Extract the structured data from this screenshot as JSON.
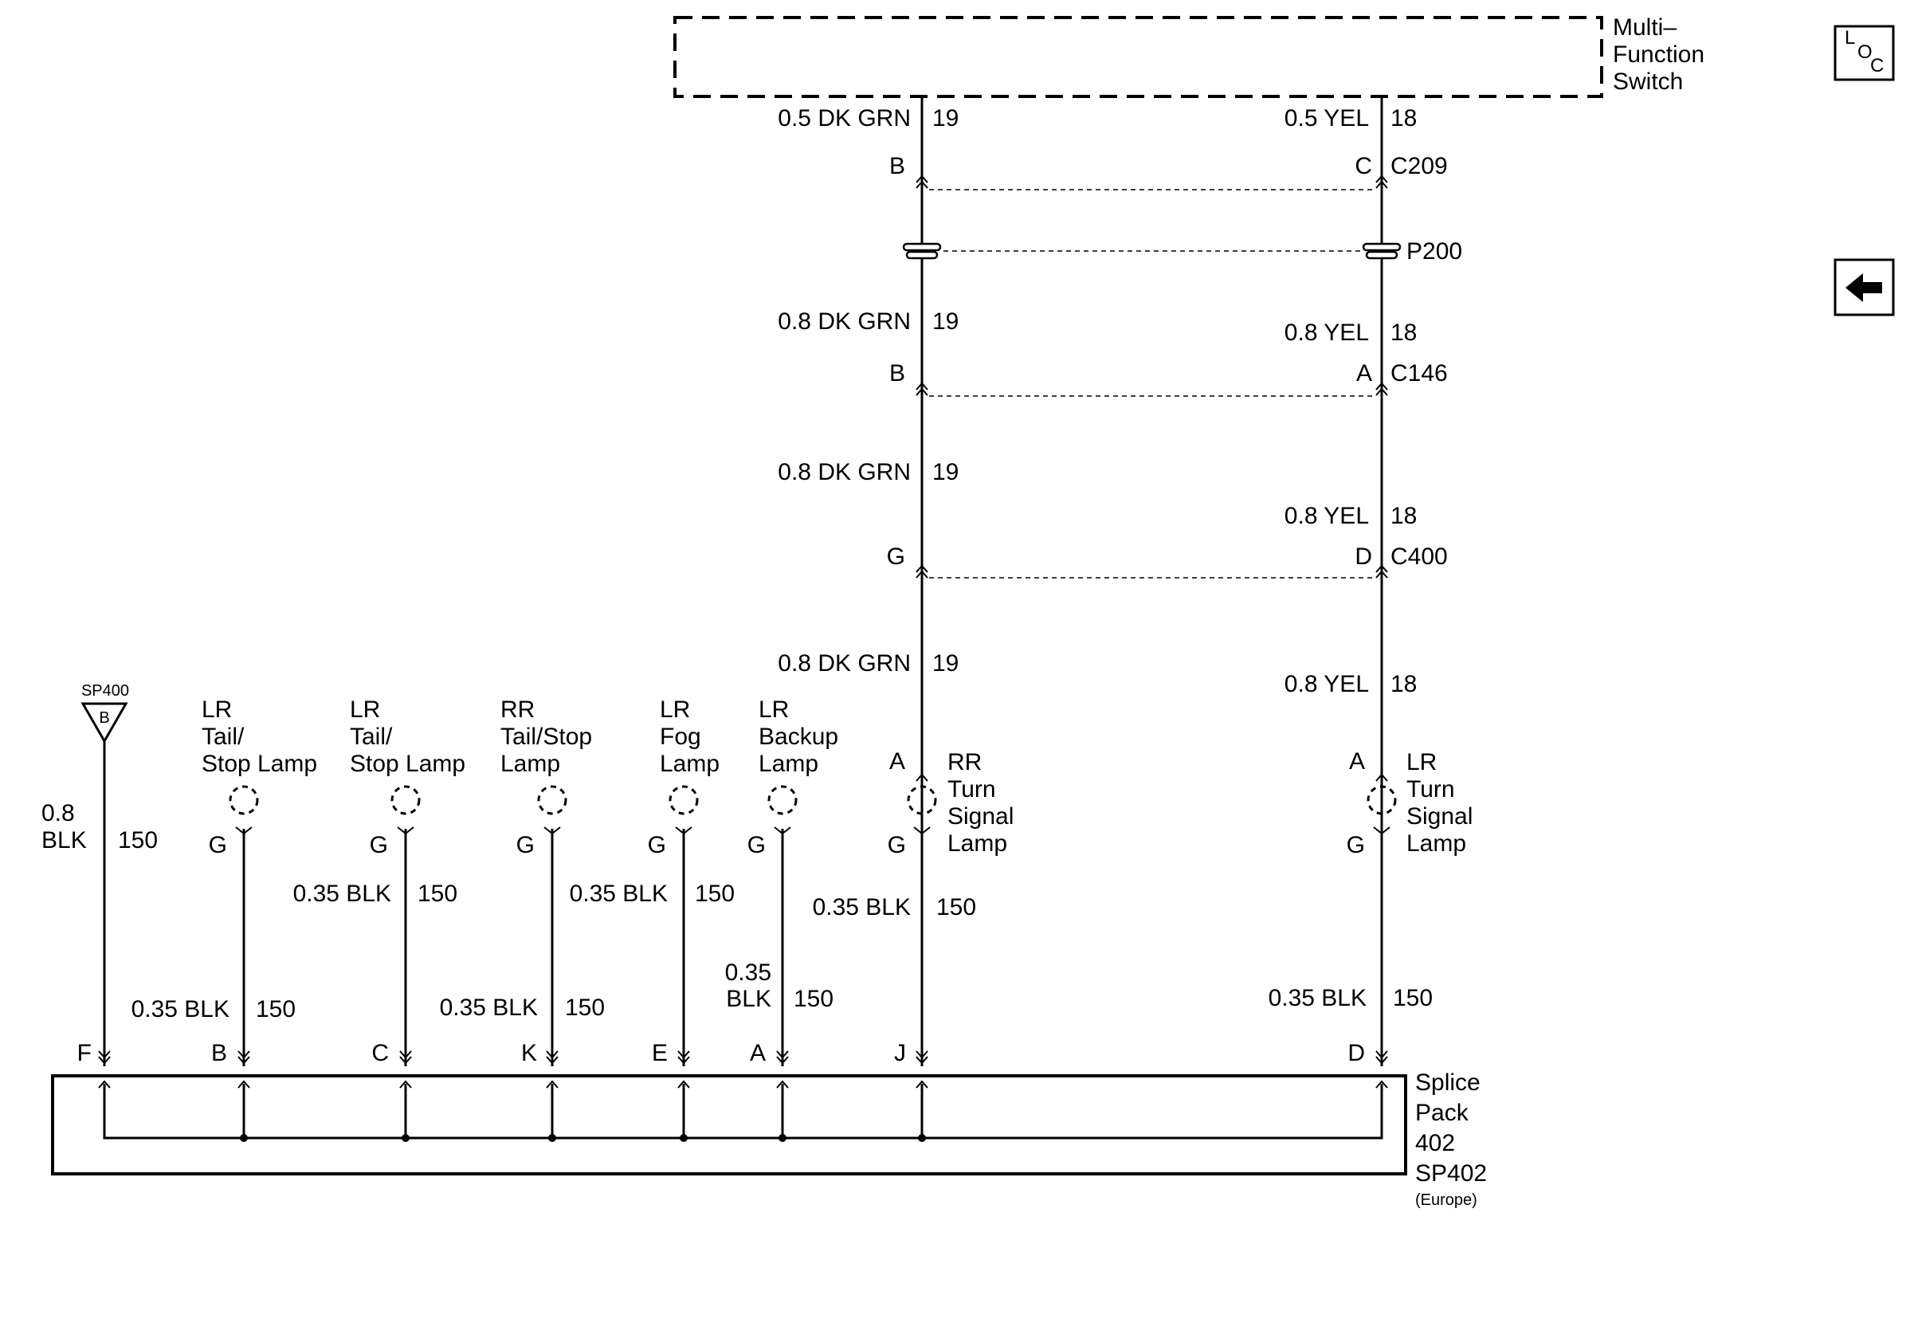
{
  "top_component": {
    "name_lines": [
      "Multi–",
      "Function",
      "Switch"
    ]
  },
  "icons": {
    "loc_letters": [
      "L",
      "O",
      "C"
    ],
    "loc_icon": "loc-icon",
    "back_icon": "back-arrow-icon"
  },
  "connectors": {
    "c209": {
      "id": "C209",
      "left_pin": "B",
      "right_pin": "C"
    },
    "p200": {
      "id": "P200"
    },
    "c146": {
      "id": "C146",
      "left_pin": "B",
      "right_pin": "A"
    },
    "c400": {
      "id": "C400",
      "left_pin": "G",
      "right_pin": "D"
    }
  },
  "left_circuit": {
    "segments": [
      {
        "wire": "0.5 DK GRN",
        "circuit": "19"
      },
      {
        "wire": "0.8 DK GRN",
        "circuit": "19"
      },
      {
        "wire": "0.8 DK GRN",
        "circuit": "19"
      },
      {
        "wire": "0.8 DK GRN",
        "circuit": "19"
      }
    ]
  },
  "right_circuit": {
    "segments": [
      {
        "wire": "0.5 YEL",
        "circuit": "18"
      },
      {
        "wire": "0.8 YEL",
        "circuit": "18"
      },
      {
        "wire": "0.8 YEL",
        "circuit": "18"
      },
      {
        "wire": "0.8 YEL",
        "circuit": "18"
      }
    ]
  },
  "ground": {
    "id": "SP400",
    "symbol_letter": "B",
    "wire_lines": [
      "0.8",
      "BLK"
    ],
    "circuit": "150",
    "pin": "F"
  },
  "lamps": [
    {
      "name_lines": [
        "LR",
        "Tail/",
        "Stop Lamp"
      ],
      "ground_pin": "G",
      "wire": "0.35 BLK",
      "circuit": "150",
      "splice_pin": "B"
    },
    {
      "name_lines": [
        "LR",
        "Tail/",
        "Stop Lamp"
      ],
      "ground_pin": "G",
      "wire": "0.35 BLK",
      "circuit": "150",
      "splice_pin": "C"
    },
    {
      "name_lines": [
        "RR",
        "Tail/Stop",
        "Lamp"
      ],
      "ground_pin": "G",
      "wire": "0.35 BLK",
      "circuit": "150",
      "splice_pin": "K"
    },
    {
      "name_lines": [
        "LR",
        "Fog",
        "Lamp"
      ],
      "ground_pin": "G",
      "wire": "0.35 BLK",
      "circuit": "150",
      "splice_pin": "E"
    },
    {
      "name_lines": [
        "LR",
        "Backup",
        "Lamp"
      ],
      "ground_pin": "G",
      "wire_lines": [
        "0.35",
        "BLK"
      ],
      "circuit": "150",
      "splice_pin": "A"
    },
    {
      "name_lines": [
        "RR",
        "Turn",
        "Signal",
        "Lamp"
      ],
      "feed_pin": "A",
      "ground_pin": "G",
      "wire": "0.35 BLK",
      "circuit": "150",
      "splice_pin": "J"
    },
    {
      "name_lines": [
        "LR",
        "Turn",
        "Signal",
        "Lamp"
      ],
      "feed_pin": "A",
      "ground_pin": "G",
      "wire": "0.35 BLK",
      "circuit": "150",
      "splice_pin": "D"
    }
  ],
  "splice_pack": {
    "name_lines": [
      "Splice",
      "Pack",
      "402",
      "SP402"
    ],
    "note": "(Europe)"
  }
}
